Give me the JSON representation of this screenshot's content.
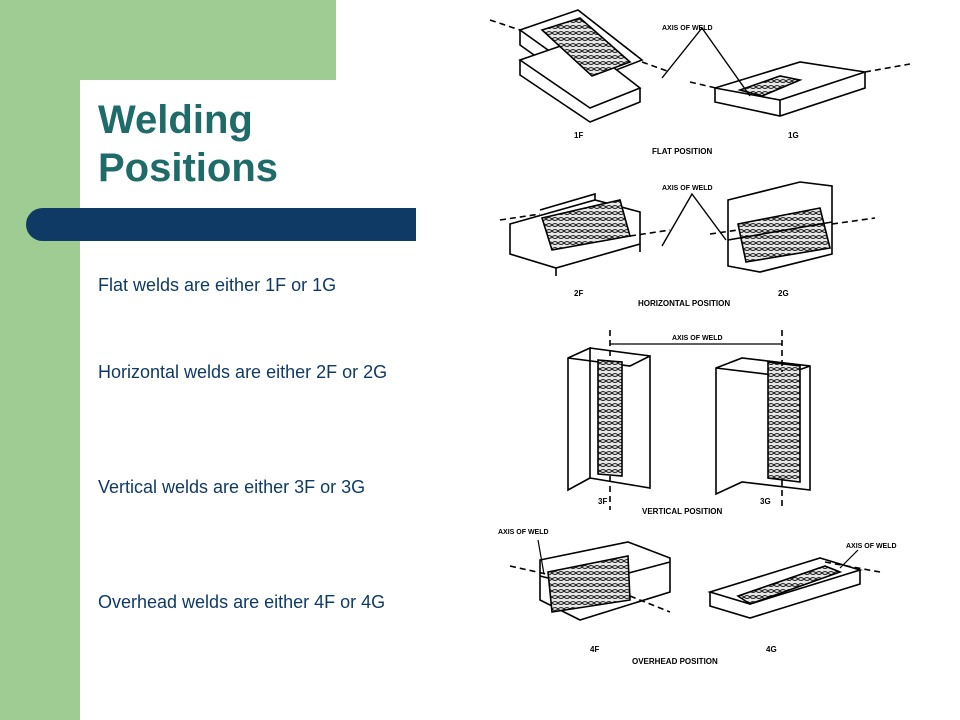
{
  "title": "Welding Positions",
  "bullets": [
    "Flat welds are either 1F or 1G",
    "Horizontal welds are either 2F or 2G",
    "Vertical welds are either 3F or 3G",
    "Overhead welds are either 4F or 4G"
  ],
  "figure": {
    "axis_label": "AXIS OF WELD",
    "flat": {
      "caption": "FLAT POSITION",
      "left": "1F",
      "right": "1G"
    },
    "horizontal": {
      "caption": "HORIZONTAL POSITION",
      "left": "2F",
      "right": "2G"
    },
    "vertical": {
      "caption": "VERTICAL POSITION",
      "left": "3F",
      "right": "3G"
    },
    "overhead": {
      "caption": "OVERHEAD POSITION",
      "left": "4F",
      "right": "4G"
    }
  },
  "colors": {
    "green": "#9fcc93",
    "title": "#1f6b69",
    "navy": "#0f3a66"
  }
}
